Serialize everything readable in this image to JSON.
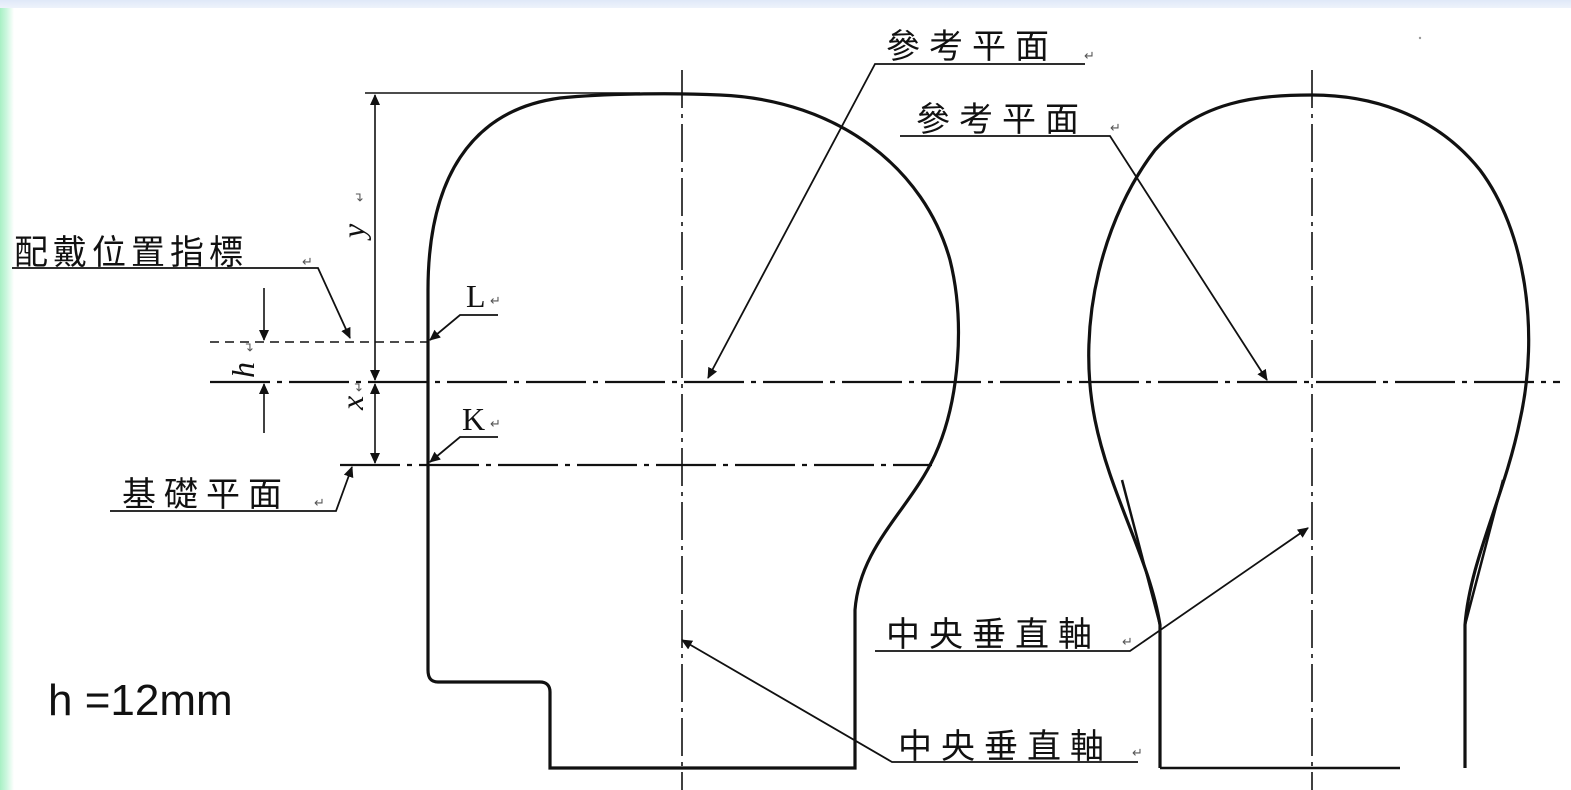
{
  "labels": {
    "reference_plane_1": "參考平面",
    "reference_plane_2": "參考平面",
    "wearing_position_index": "配戴位置指標",
    "base_plane": "基礎平面",
    "central_vertical_axis_1": "中央垂直軸",
    "central_vertical_axis_2": "中央垂直軸",
    "point_L": "L",
    "point_K": "K",
    "dim_y": "y",
    "dim_x": "x",
    "dim_h": "h",
    "return_mark": "↵"
  },
  "note": "h =12mm",
  "colors": {
    "line": "#111111",
    "background": "#ffffff",
    "left_band": "#a8f0c4"
  }
}
